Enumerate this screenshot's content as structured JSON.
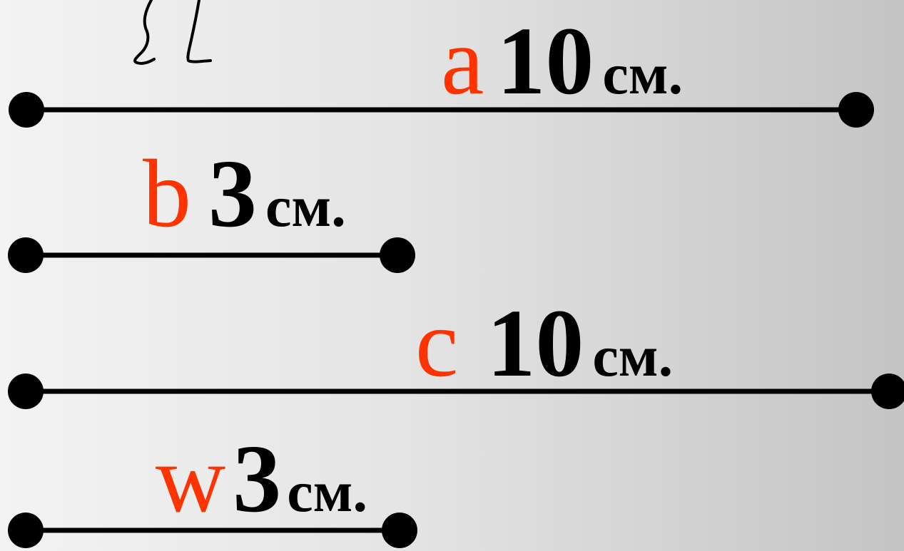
{
  "colors": {
    "letter": "#ff3300",
    "text": "#000000",
    "segment": "#000000"
  },
  "segments": [
    {
      "letter": "a",
      "value": "10",
      "unit": "см."
    },
    {
      "letter": "b",
      "value": "3",
      "unit": "см."
    },
    {
      "letter": "c",
      "value": "10",
      "unit": "см."
    },
    {
      "letter": "w",
      "value": "3",
      "unit": "см."
    }
  ]
}
